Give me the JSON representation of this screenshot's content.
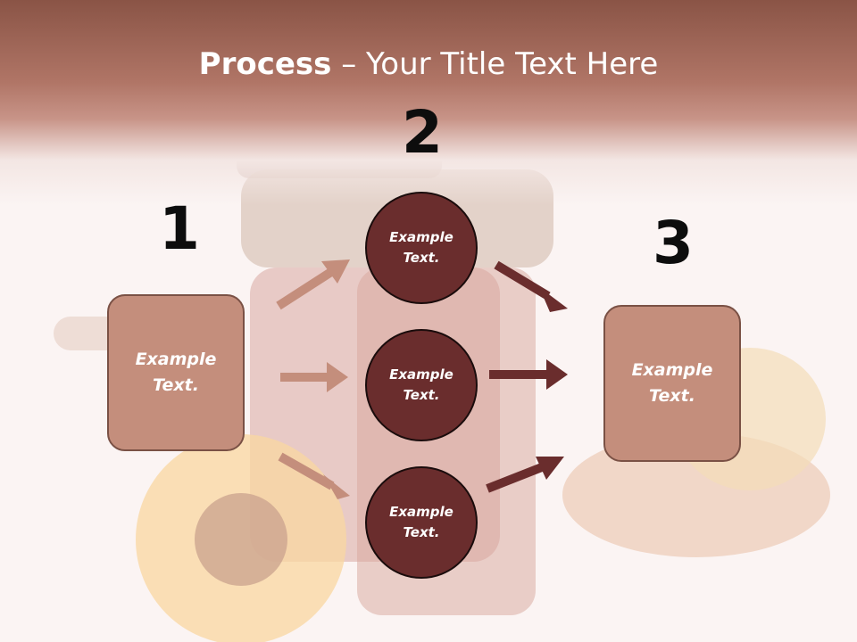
{
  "title": {
    "bold": "Process",
    "separator": " – ",
    "rest": "Your Title Text Here"
  },
  "steps": [
    {
      "number": "1",
      "label": "Example\nText."
    },
    {
      "number": "2"
    },
    {
      "number": "3",
      "label": "Example\nText."
    }
  ],
  "circles": [
    {
      "label": "Example\nText."
    },
    {
      "label": "Example\nText."
    },
    {
      "label": "Example\nText."
    }
  ],
  "colors": {
    "header": "#b07566",
    "box_fill": "#c48e7c",
    "circle_fill": "#6a2d2d",
    "arrow_light": "#c48e7c",
    "arrow_dark": "#6a2d2d",
    "number": "#0d0d0d"
  }
}
